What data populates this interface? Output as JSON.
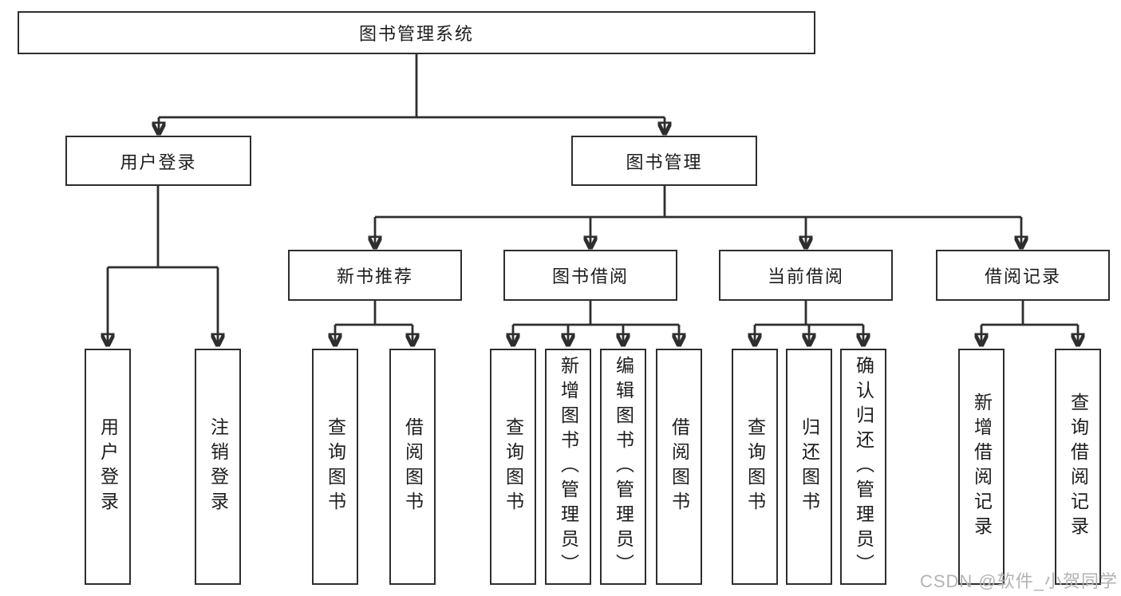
{
  "tree": {
    "root": "图书管理系统",
    "level2": {
      "user_login": "用户登录",
      "book_management": "图书管理"
    },
    "level3": {
      "new_book_recommend": "新书推荐",
      "book_borrow": "图书借阅",
      "current_borrow": "当前借阅",
      "borrow_records": "借阅记录"
    },
    "leaves": {
      "user_login": [
        "用户登录",
        "注销登录"
      ],
      "new_book_recommend": [
        "查询图书",
        "借阅图书"
      ],
      "book_borrow": [
        "查询图书",
        "新增图书（管理员）",
        "编辑图书（管理员）",
        "借阅图书"
      ],
      "current_borrow": [
        "查询图书",
        "归还图书",
        "确认归还（管理员）"
      ],
      "borrow_records": [
        "新增借阅记录",
        "查询借阅记录"
      ]
    }
  },
  "watermark": "CSDN @软件_小贺同学",
  "colors": {
    "line": "#2e2e2e",
    "text": "#1c1c1c",
    "watermark": "#b3b3b3",
    "background": "#ffffff"
  }
}
